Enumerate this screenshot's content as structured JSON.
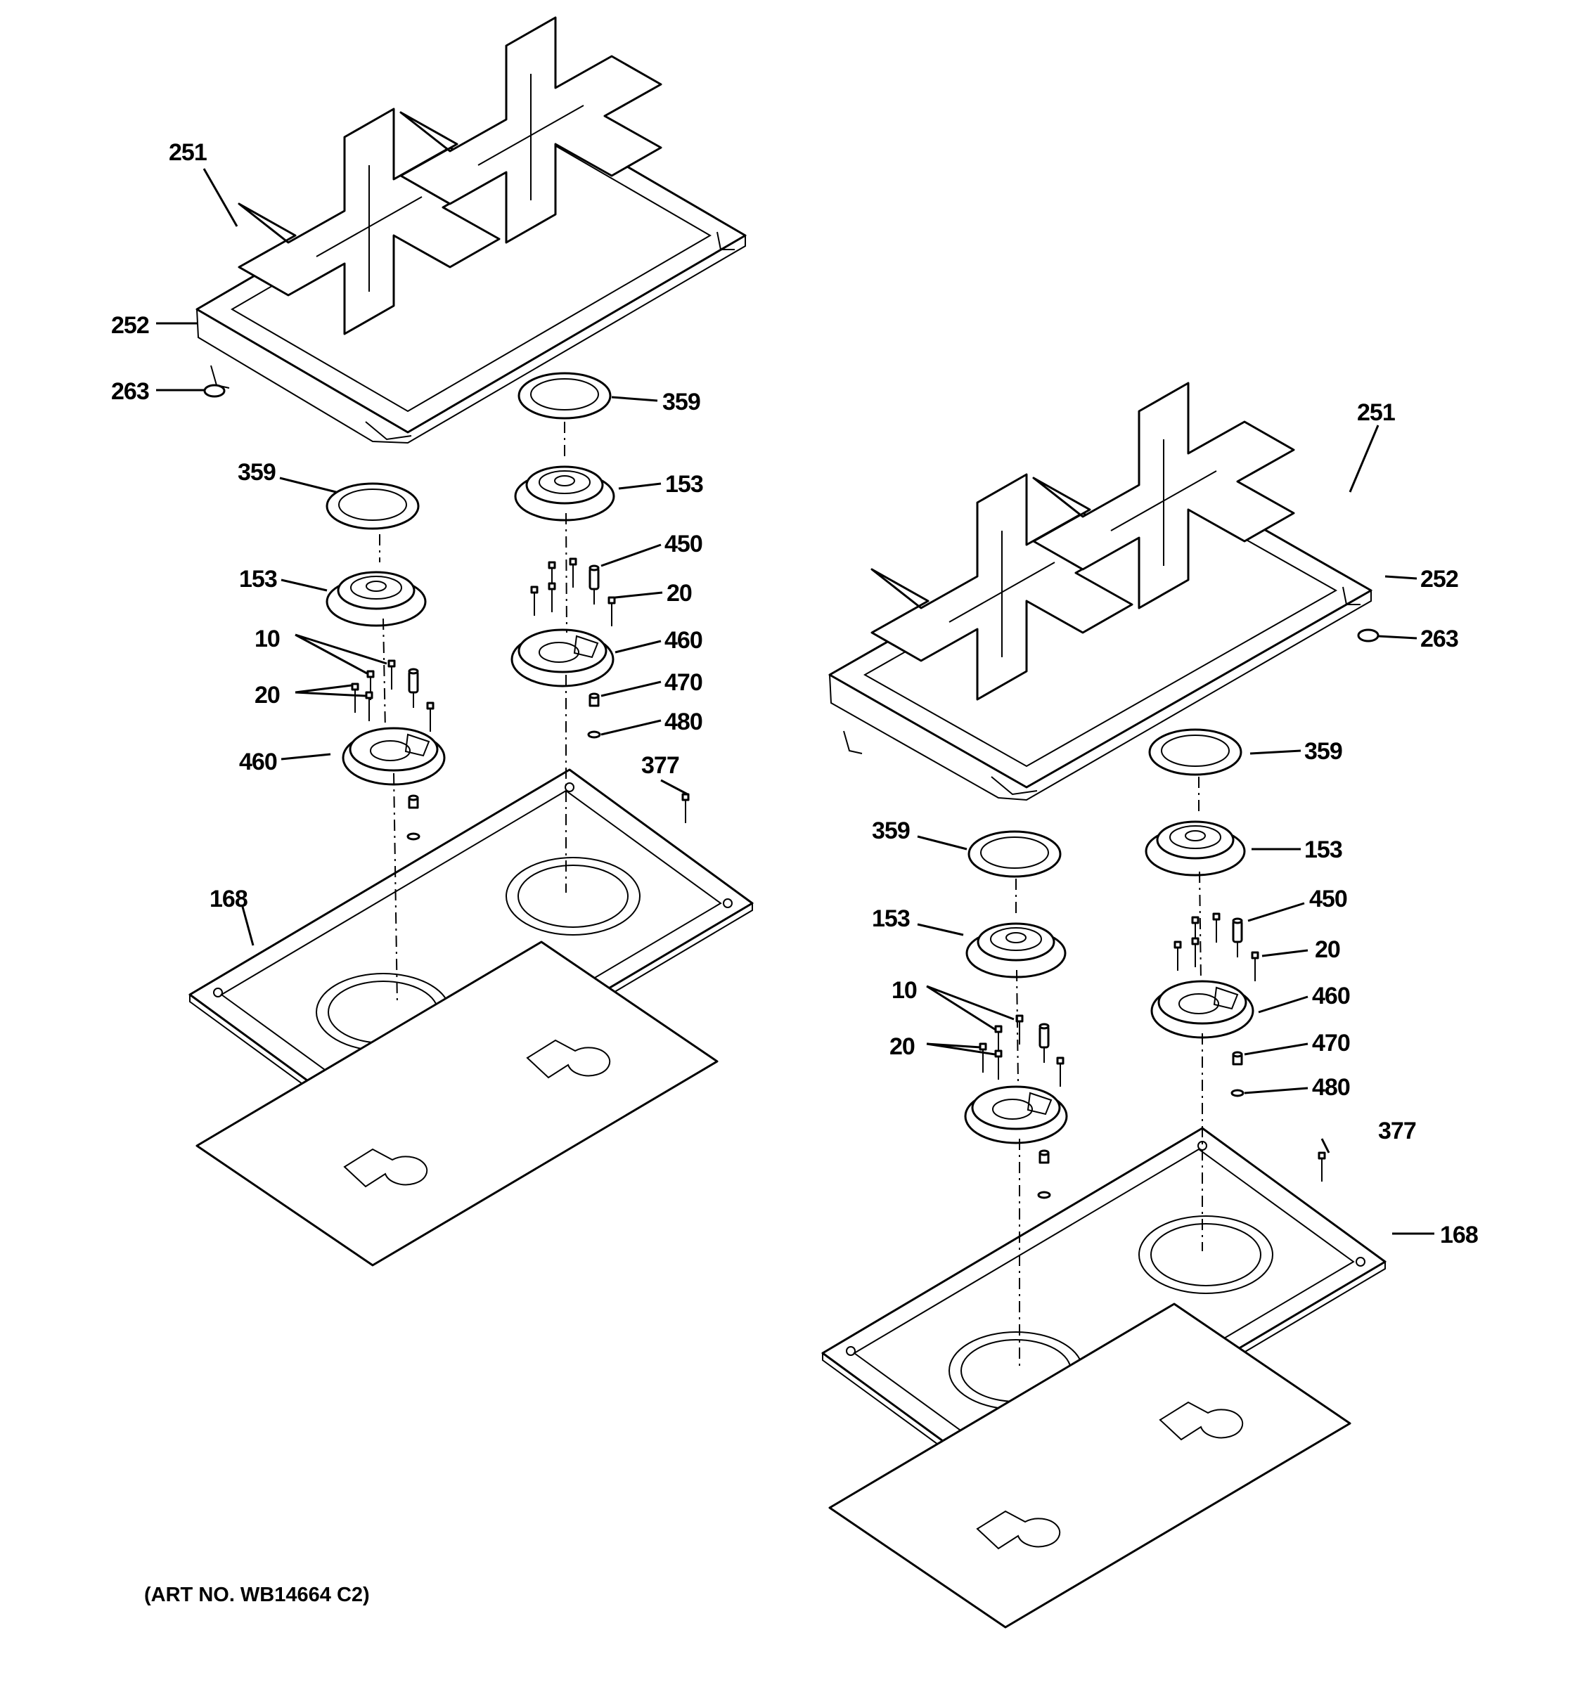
{
  "left_assembly": {
    "callouts": [
      "251",
      "252",
      "263",
      "359",
      "153",
      "359",
      "153",
      "450",
      "20",
      "460",
      "470",
      "480",
      "10",
      "20",
      "460",
      "377",
      "168"
    ]
  },
  "right_assembly": {
    "callouts": [
      "251",
      "252",
      "263",
      "359",
      "153",
      "359",
      "153",
      "450",
      "20",
      "460",
      "470",
      "480",
      "10",
      "20",
      "377",
      "168"
    ]
  },
  "art_number": "(ART NO. WB14664 C2)"
}
